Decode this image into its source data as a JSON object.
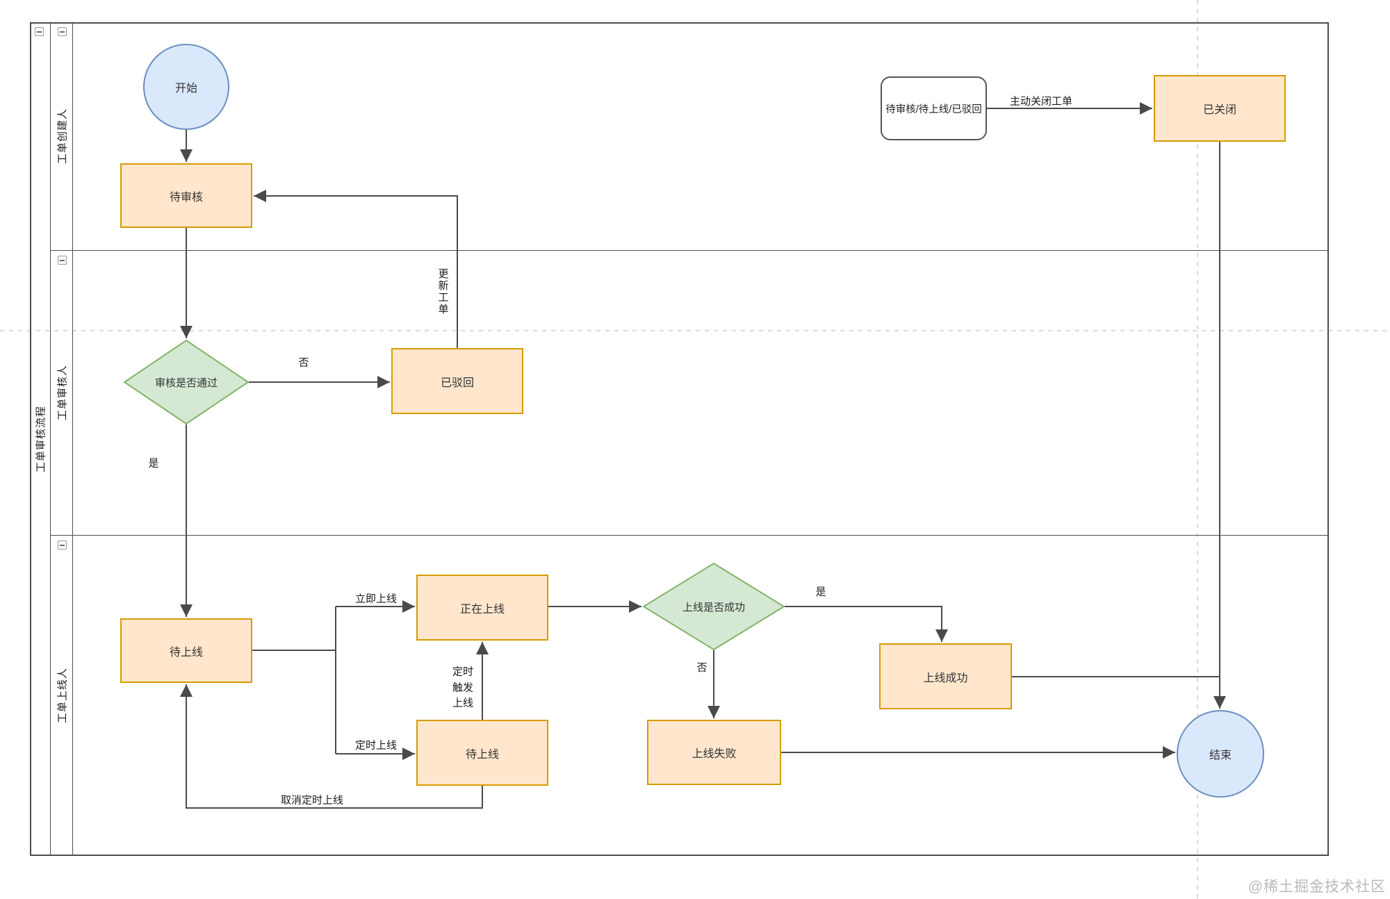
{
  "pool": {
    "title": "工单审核流程"
  },
  "lanes": [
    {
      "label": "工单创建人"
    },
    {
      "label": "工单审核人"
    },
    {
      "label": "工单上线人"
    }
  ],
  "nodes": {
    "start": {
      "type": "circle",
      "label": "开始"
    },
    "pending_review": {
      "type": "task",
      "label": "待审核"
    },
    "multi_state": {
      "type": "rounded",
      "label": "待审核/待上线/已驳回"
    },
    "closed": {
      "type": "task",
      "label": "已关闭"
    },
    "review_decision": {
      "type": "diamond",
      "label": "审核是否通过"
    },
    "rejected": {
      "type": "task",
      "label": "已驳回"
    },
    "pending_online": {
      "type": "task",
      "label": "待上线"
    },
    "deploying": {
      "type": "task",
      "label": "正在上线"
    },
    "scheduled_online": {
      "type": "task",
      "label": "待上线"
    },
    "online_decision": {
      "type": "diamond",
      "label": "上线是否成功"
    },
    "online_success": {
      "type": "task",
      "label": "上线成功"
    },
    "online_fail": {
      "type": "task",
      "label": "上线失败"
    },
    "end": {
      "type": "circle",
      "label": "结束"
    }
  },
  "edge_labels": {
    "close_ticket": "主动关闭工单",
    "review_no": "否",
    "review_yes": "是",
    "update_ticket": "更新工单",
    "immediate": "立即上线",
    "scheduled": "定时上线",
    "timer_trigger": "定时触发上线",
    "cancel_scheduled": "取消定时上线",
    "online_yes": "是",
    "online_no": "否"
  },
  "colors": {
    "task_fill": "#ffe6cc",
    "task_stroke": "#d79b00",
    "decision_fill": "#d5e8d4",
    "decision_stroke": "#82b366",
    "event_fill": "#dae8fc",
    "event_stroke": "#6c8ebf",
    "line": "#4a4a4a",
    "guide": "#cccccc"
  },
  "watermark": {
    "text": "@稀土掘金技术社区"
  }
}
